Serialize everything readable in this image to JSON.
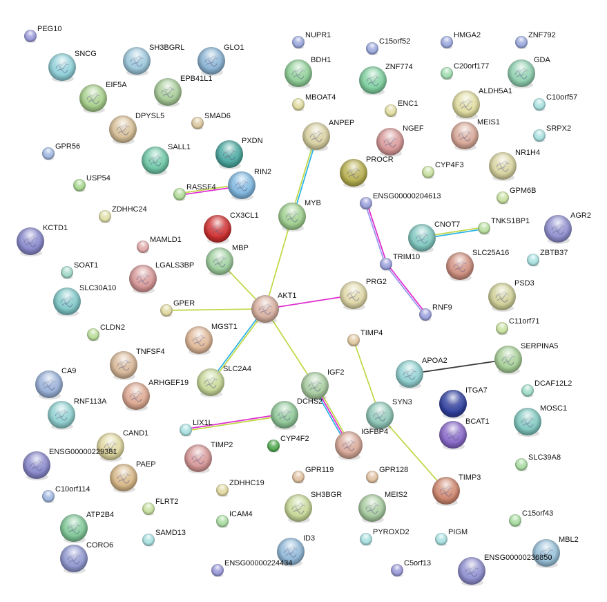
{
  "title": "STRING protein interaction network",
  "edge_colors": {
    "textmining": "#c2d84a",
    "database": "#2eb4e6",
    "experiments": "#e030d0",
    "coexpression": "#9a9af0",
    "other": "#3a3a3a"
  },
  "nodes": [
    {
      "id": "PEG10",
      "color": "#9a9adb",
      "structure": false
    },
    {
      "id": "SNCG",
      "color": "#8fd0d8",
      "structure": true
    },
    {
      "id": "SH3BGRL",
      "color": "#9cc8dc",
      "structure": true
    },
    {
      "id": "GLO1",
      "color": "#8ab4d4",
      "structure": true
    },
    {
      "id": "EIF5A",
      "color": "#a8d08c",
      "structure": true
    },
    {
      "id": "EPB41L1",
      "color": "#a8cc98",
      "structure": true
    },
    {
      "id": "DPYSL5",
      "color": "#d8c098",
      "structure": true
    },
    {
      "id": "SMAD6",
      "color": "#dcc8a0",
      "structure": false
    },
    {
      "id": "GPR56",
      "color": "#a0b8e0",
      "structure": false
    },
    {
      "id": "SALL1",
      "color": "#70c8a8",
      "structure": true
    },
    {
      "id": "PXDN",
      "color": "#4aa8a0",
      "structure": true
    },
    {
      "id": "RIN2",
      "color": "#80b8e0",
      "structure": true
    },
    {
      "id": "USP54",
      "color": "#a8d890",
      "structure": false
    },
    {
      "id": "RASSF4",
      "color": "#b0dc98",
      "structure": false
    },
    {
      "id": "ZDHHC24",
      "color": "#e0e0a8",
      "structure": false
    },
    {
      "id": "KCTD1",
      "color": "#8888cc",
      "structure": true
    },
    {
      "id": "CX3CL1",
      "color": "#d03030",
      "structure": true
    },
    {
      "id": "MAMLD1",
      "color": "#e0a8a8",
      "structure": false
    },
    {
      "id": "MBP",
      "color": "#a0d0a0",
      "structure": true
    },
    {
      "id": "SOAT1",
      "color": "#a0d8c8",
      "structure": false
    },
    {
      "id": "LGALS3BP",
      "color": "#d89898",
      "structure": true
    },
    {
      "id": "SLC30A10",
      "color": "#80c8c8",
      "structure": true
    },
    {
      "id": "GPER",
      "color": "#e0d8a0",
      "structure": false
    },
    {
      "id": "CLDN2",
      "color": "#b8dc98",
      "structure": false
    },
    {
      "id": "MGST1",
      "color": "#e0b898",
      "structure": true
    },
    {
      "id": "TNFSF4",
      "color": "#d8b898",
      "structure": true
    },
    {
      "id": "CA9",
      "color": "#98b0d8",
      "structure": true
    },
    {
      "id": "SLC2A4",
      "color": "#c8d898",
      "structure": true
    },
    {
      "id": "ARHGEF19",
      "color": "#dca890",
      "structure": true
    },
    {
      "id": "RNF113A",
      "color": "#90d0d0",
      "structure": true
    },
    {
      "id": "LIX1L",
      "color": "#a8e0e0",
      "structure": false
    },
    {
      "id": "CAND1",
      "color": "#e0d8a0",
      "structure": true
    },
    {
      "id": "ENSG00000229381",
      "color": "#8888cc",
      "structure": true
    },
    {
      "id": "TIMP2",
      "color": "#d89898",
      "structure": true
    },
    {
      "id": "PAEP",
      "color": "#d8b888",
      "structure": true
    },
    {
      "id": "C10orf114",
      "color": "#a0b8e0",
      "structure": false
    },
    {
      "id": "FLRT2",
      "color": "#c8e0a0",
      "structure": false
    },
    {
      "id": "ZDHHC19",
      "color": "#e0d8a0",
      "structure": false
    },
    {
      "id": "ICAM4",
      "color": "#a8dca0",
      "structure": false
    },
    {
      "id": "ATP2B4",
      "color": "#80c898",
      "structure": true
    },
    {
      "id": "SAMD13",
      "color": "#a8e0e0",
      "structure": false
    },
    {
      "id": "CORO6",
      "color": "#9098d0",
      "structure": true
    },
    {
      "id": "ENSG00000224434",
      "color": "#9898d8",
      "structure": false
    },
    {
      "id": "NUPR1",
      "color": "#9aa8dc",
      "structure": false
    },
    {
      "id": "BDH1",
      "color": "#90d098",
      "structure": true
    },
    {
      "id": "MBOAT4",
      "color": "#e0dca0",
      "structure": false
    },
    {
      "id": "ANPEP",
      "color": "#d8d0a0",
      "structure": true
    },
    {
      "id": "MYB",
      "color": "#a0d090",
      "structure": true
    },
    {
      "id": "AKT1",
      "color": "#d8b0a0",
      "structure": true
    },
    {
      "id": "PRG2",
      "color": "#e0d8a8",
      "structure": true
    },
    {
      "id": "TIMP4",
      "color": "#e0c8a0",
      "structure": false
    },
    {
      "id": "IGF2",
      "color": "#a8cca0",
      "structure": true
    },
    {
      "id": "DCHS2",
      "color": "#90c898",
      "structure": true
    },
    {
      "id": "CYP4F2",
      "color": "#50a850",
      "structure": false
    },
    {
      "id": "IGFBP4",
      "color": "#d8a898",
      "structure": true
    },
    {
      "id": "GPR119",
      "color": "#e0c0a0",
      "structure": false
    },
    {
      "id": "GPR128",
      "color": "#e0c0a0",
      "structure": false
    },
    {
      "id": "SH3BGR",
      "color": "#c8d898",
      "structure": true
    },
    {
      "id": "MEIS2",
      "color": "#a8cca0",
      "structure": true
    },
    {
      "id": "ID3",
      "color": "#90b8d8",
      "structure": true
    },
    {
      "id": "PYROXD2",
      "color": "#a8e0e0",
      "structure": false
    },
    {
      "id": "C5orf13",
      "color": "#9898d8",
      "structure": false
    },
    {
      "id": "C15orf52",
      "color": "#9aa8dc",
      "structure": false
    },
    {
      "id": "ZNF774",
      "color": "#80d0a0",
      "structure": true
    },
    {
      "id": "ENC1",
      "color": "#e0dca0",
      "structure": false
    },
    {
      "id": "NGEF",
      "color": "#d89898",
      "structure": true
    },
    {
      "id": "PROCR",
      "color": "#b8b050",
      "structure": true
    },
    {
      "id": "CYP4F3",
      "color": "#c8e0a0",
      "structure": false
    },
    {
      "id": "ENSG00000204613",
      "color": "#9aa0dc",
      "structure": false
    },
    {
      "id": "HMGA2",
      "color": "#9aa8dc",
      "structure": false
    },
    {
      "id": "C20orf177",
      "color": "#a0dcb0",
      "structure": false
    },
    {
      "id": "ALDH5A1",
      "color": "#e0dca0",
      "structure": true
    },
    {
      "id": "MEIS1",
      "color": "#d8a898",
      "structure": true
    },
    {
      "id": "NR1H4",
      "color": "#d8d4a0",
      "structure": true
    },
    {
      "id": "GPM6B",
      "color": "#c8e0a0",
      "structure": false
    },
    {
      "id": "ZNF792",
      "color": "#9aa8dc",
      "structure": false
    },
    {
      "id": "GDA",
      "color": "#90d0b0",
      "structure": true
    },
    {
      "id": "C10orf57",
      "color": "#a8e0e0",
      "structure": false
    },
    {
      "id": "SRPX2",
      "color": "#a8e0e0",
      "structure": false
    },
    {
      "id": "AGR2",
      "color": "#9090d0",
      "structure": true
    },
    {
      "id": "CNOT7",
      "color": "#80c8c0",
      "structure": true
    },
    {
      "id": "TNKS1BP1",
      "color": "#b8e0a0",
      "structure": false
    },
    {
      "id": "TRIM10",
      "color": "#9aa0dc",
      "structure": false
    },
    {
      "id": "SLC25A16",
      "color": "#d09080",
      "structure": true
    },
    {
      "id": "ZBTB37",
      "color": "#a8e0e0",
      "structure": false
    },
    {
      "id": "PSD3",
      "color": "#d0d098",
      "structure": true
    },
    {
      "id": "RNF9",
      "color": "#9aa0dc",
      "structure": false
    },
    {
      "id": "C11orf71",
      "color": "#c8e0a0",
      "structure": false
    },
    {
      "id": "SERPINA5",
      "color": "#a8d098",
      "structure": true
    },
    {
      "id": "APOA2",
      "color": "#90d0d0",
      "structure": true
    },
    {
      "id": "DCAF12L2",
      "color": "#a0dcc8",
      "structure": false
    },
    {
      "id": "ITGA7",
      "color": "#3040a0",
      "structure": true
    },
    {
      "id": "SYN3",
      "color": "#90c8b8",
      "structure": true
    },
    {
      "id": "BCAT1",
      "color": "#8868c8",
      "structure": true
    },
    {
      "id": "MOSC1",
      "color": "#80c8c0",
      "structure": true
    },
    {
      "id": "SLC39A8",
      "color": "#a8dca0",
      "structure": false
    },
    {
      "id": "TIMP3",
      "color": "#d08870",
      "structure": true
    },
    {
      "id": "C15orf43",
      "color": "#a8dca0",
      "structure": false
    },
    {
      "id": "PIGM",
      "color": "#a8e0e0",
      "structure": false
    },
    {
      "id": "MBL2",
      "color": "#98c0d8",
      "structure": true
    },
    {
      "id": "ENSG00000236850",
      "color": "#9090d0",
      "structure": true
    }
  ],
  "edges": [
    {
      "a": "AKT1",
      "b": "MYB",
      "types": [
        "textmining"
      ]
    },
    {
      "a": "MYB",
      "b": "ANPEP",
      "types": [
        "textmining",
        "database"
      ]
    },
    {
      "a": "AKT1",
      "b": "MBP",
      "types": [
        "textmining"
      ]
    },
    {
      "a": "AKT1",
      "b": "GPER",
      "types": [
        "textmining"
      ]
    },
    {
      "a": "AKT1",
      "b": "PRG2",
      "types": [
        "experiments"
      ]
    },
    {
      "a": "AKT1",
      "b": "SLC2A4",
      "types": [
        "textmining",
        "database"
      ]
    },
    {
      "a": "AKT1",
      "b": "IGF2",
      "types": [
        "textmining"
      ]
    },
    {
      "a": "IGF2",
      "b": "IGFBP4",
      "types": [
        "textmining",
        "experiments",
        "database"
      ]
    },
    {
      "a": "DCHS2",
      "b": "LIX1L",
      "types": [
        "textmining",
        "experiments"
      ]
    },
    {
      "a": "RASSF4",
      "b": "RIN2",
      "types": [
        "textmining",
        "experiments"
      ]
    },
    {
      "a": "ENSG00000204613",
      "b": "TRIM10",
      "types": [
        "experiments",
        "coexpression"
      ]
    },
    {
      "a": "TRIM10",
      "b": "RNF9",
      "types": [
        "experiments",
        "coexpression"
      ]
    },
    {
      "a": "CNOT7",
      "b": "TNKS1BP1",
      "types": [
        "textmining",
        "database"
      ]
    },
    {
      "a": "APOA2",
      "b": "SERPINA5",
      "types": [
        "other"
      ]
    },
    {
      "a": "TIMP4",
      "b": "SYN3",
      "types": [
        "textmining"
      ]
    },
    {
      "a": "SYN3",
      "b": "TIMP3",
      "types": [
        "textmining"
      ]
    }
  ]
}
